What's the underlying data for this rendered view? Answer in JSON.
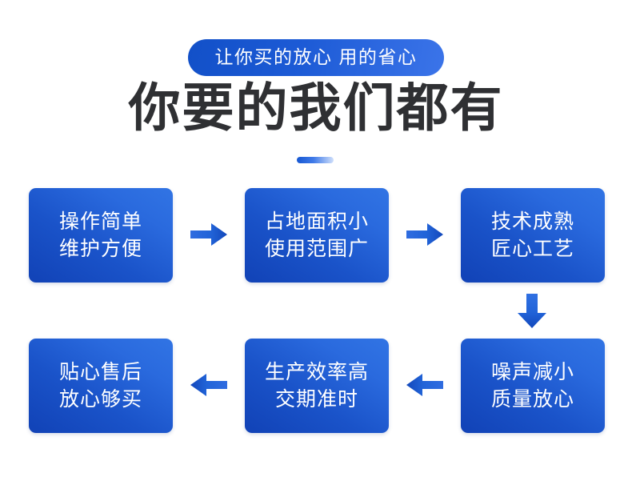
{
  "header": {
    "badge_text": "让你买的放心 用的省心",
    "headline": "你要的我们都有"
  },
  "colors": {
    "badge_gradient_start": "#1250c8",
    "badge_gradient_end": "#3b74e9",
    "box_gradient_dark": "#1142b6",
    "box_gradient_light": "#3174e4",
    "arrow_dark": "#1450c4",
    "arrow_light": "#3f7ae8",
    "headline_color": "#2f3033",
    "background": "#ffffff"
  },
  "flow": {
    "boxes": [
      {
        "id": "box-1",
        "line1": "操作简单",
        "line2": "维护方便"
      },
      {
        "id": "box-2",
        "line1": "占地面积小",
        "line2": "使用范围广"
      },
      {
        "id": "box-3",
        "line1": "技术成熟",
        "line2": "匠心工艺"
      },
      {
        "id": "box-4",
        "line1": "噪声减小",
        "line2": "质量放心"
      },
      {
        "id": "box-5",
        "line1": "生产效率高",
        "line2": "交期准时"
      },
      {
        "id": "box-6",
        "line1": "贴心售后",
        "line2": "放心够买"
      }
    ],
    "arrows": [
      {
        "id": "arrow-right-1",
        "icon": "arrow-right-icon",
        "direction": "right"
      },
      {
        "id": "arrow-right-2",
        "icon": "arrow-right-icon",
        "direction": "right"
      },
      {
        "id": "arrow-down-1",
        "icon": "arrow-down-icon",
        "direction": "down"
      },
      {
        "id": "arrow-left-1",
        "icon": "arrow-left-icon",
        "direction": "left"
      },
      {
        "id": "arrow-left-2",
        "icon": "arrow-left-icon",
        "direction": "left"
      }
    ]
  }
}
